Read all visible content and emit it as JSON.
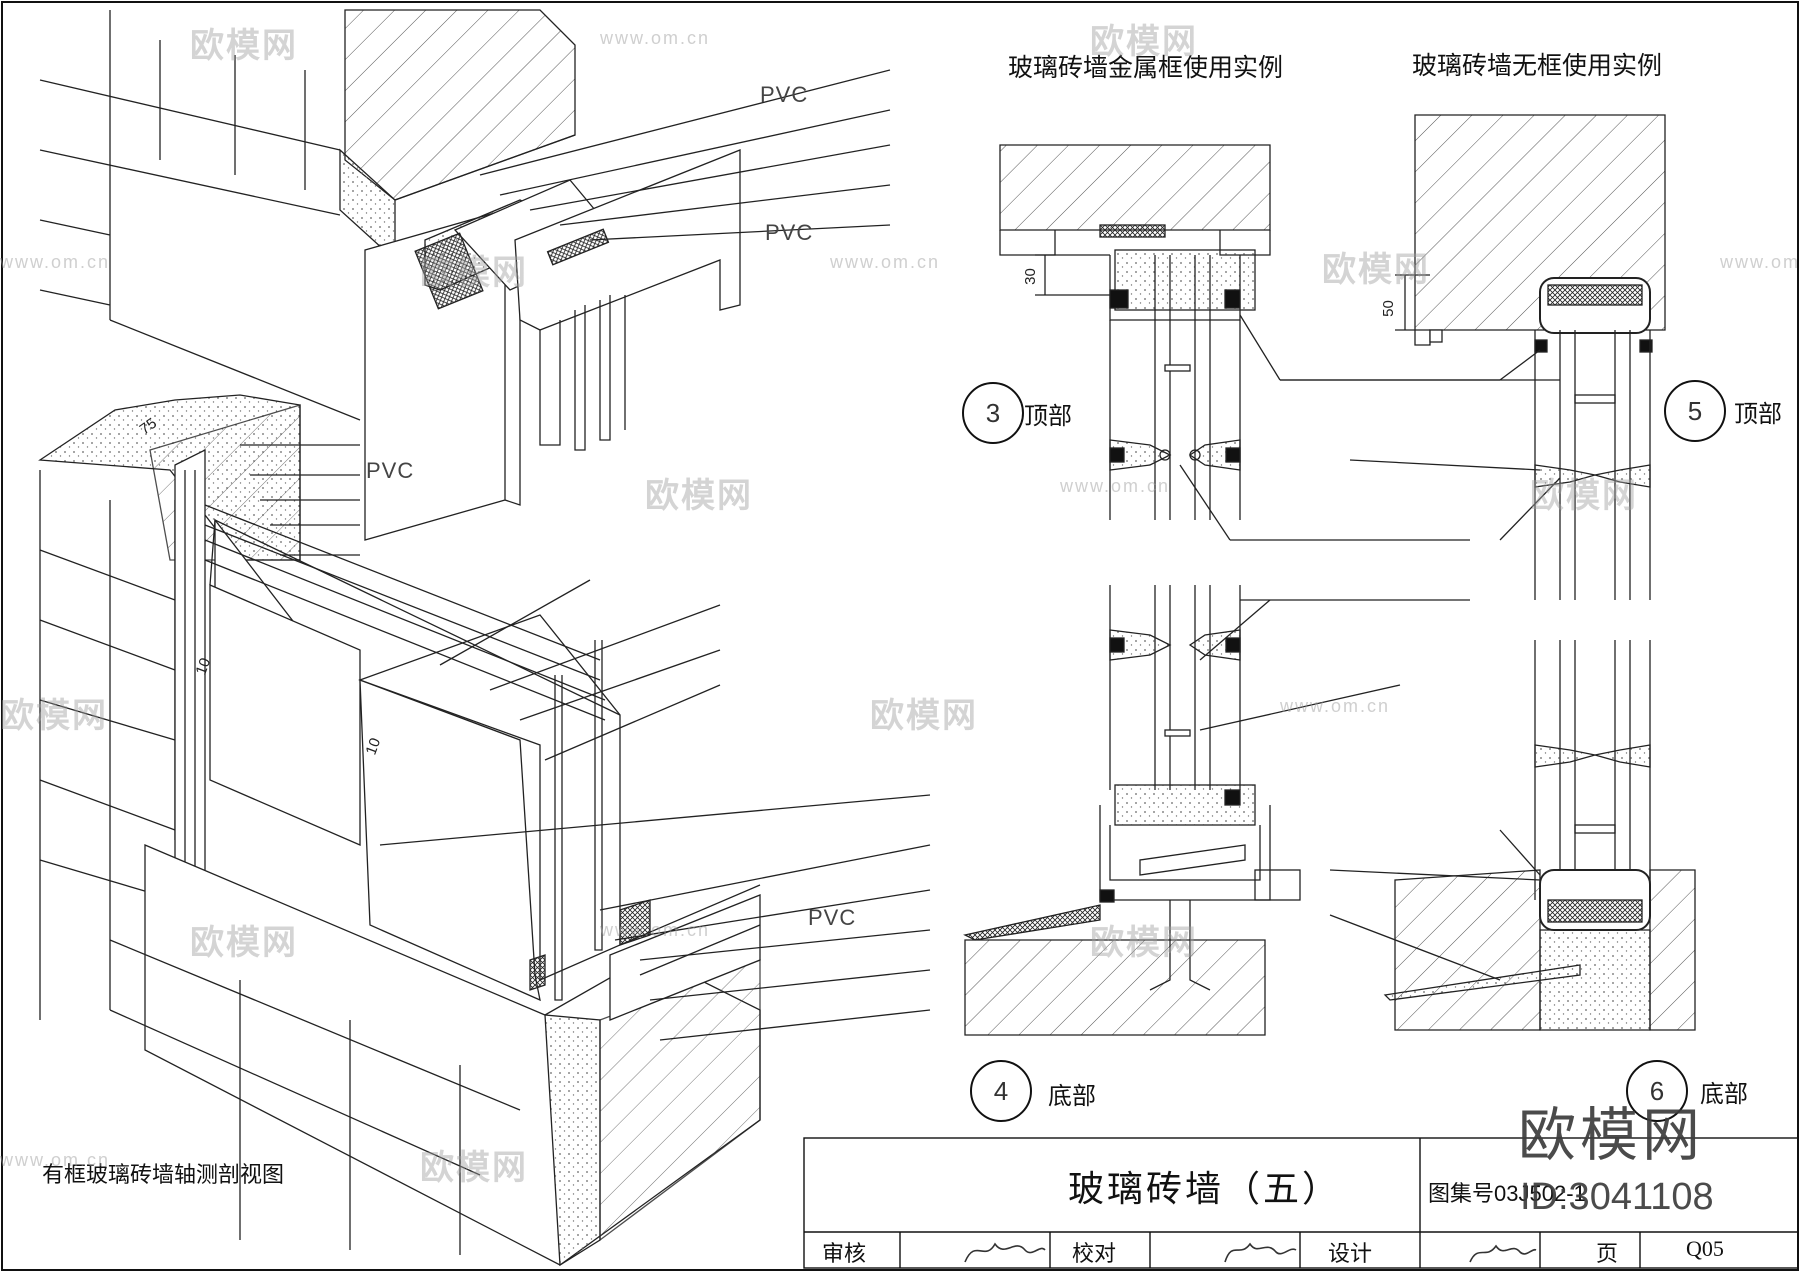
{
  "headings": {
    "metal_frame_example": "玻璃砖墙金属框使用实例",
    "frameless_example": "玻璃砖墙无框使用实例",
    "axonometric_view": "有框玻璃砖墙轴测剖视图"
  },
  "material_tags": [
    "PVC",
    "PVC",
    "PVC",
    "PVC"
  ],
  "dimensions": {
    "top_gap_metal": "30",
    "top_gap_frameless": "50",
    "iso_depth": "75",
    "iso_side_a": "10",
    "iso_side_b": "10"
  },
  "details": [
    {
      "number": "3",
      "name": "顶部"
    },
    {
      "number": "5",
      "name": "顶部"
    },
    {
      "number": "4",
      "name": "底部"
    },
    {
      "number": "6",
      "name": "底部"
    }
  ],
  "title_block": {
    "drawing_title": "玻璃砖墙（五）",
    "atlas_label": "图集号",
    "atlas_number": "03J502-1",
    "review_label": "审核",
    "check_label": "校对",
    "design_label": "设计",
    "page_label": "页",
    "page_number": "Q05"
  },
  "watermark": {
    "brand": "欧模网",
    "site": "www.om.cn",
    "id": "ID:3041108"
  }
}
